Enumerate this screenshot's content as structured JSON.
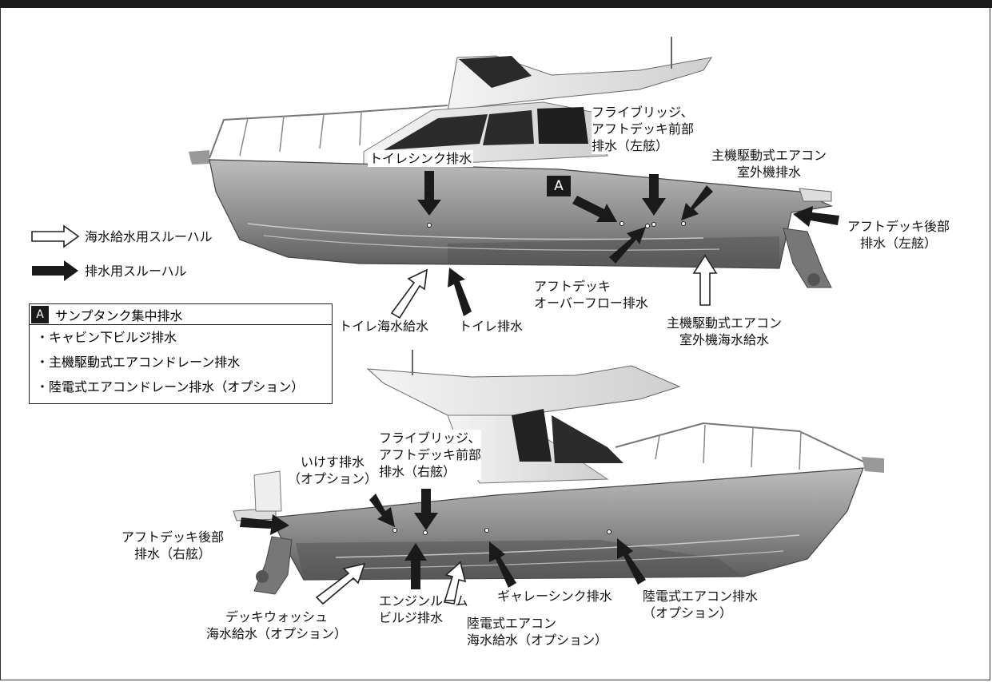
{
  "legend": {
    "intake_label": "海水給水用スルーハル",
    "drain_label": "排水用スルーハル"
  },
  "box_a": {
    "badge": "A",
    "title": "サンプタンク集中排水",
    "items": [
      "・キャビン下ビルジ排水",
      "・主機駆動式エアコンドレーン排水",
      "・陸電式エアコンドレーン排水（オプション）"
    ]
  },
  "upper_boat": {
    "badge": "A",
    "labels": {
      "toilet_sink": "トイレシンク排水",
      "flybridge_l1": "フライブリッジ、",
      "flybridge_l2": "アフトデッキ前部",
      "flybridge_l3": "排水（左舷）",
      "aircon_out_l1": "主機駆動式エアコン",
      "aircon_out_l2": "室外機排水",
      "aft_rear_l1": "アフトデッキ後部",
      "aft_rear_l2": "排水（左舷）",
      "overflow_l1": "アフトデッキ",
      "overflow_l2": "オーバーフロー排水",
      "toilet_intake": "トイレ海水給水",
      "toilet_drain": "トイレ排水",
      "aircon_intake_l1": "主機駆動式エアコン",
      "aircon_intake_l2": "室外機海水給水"
    }
  },
  "lower_boat": {
    "labels": {
      "flybridge_l1": "フライブリッジ、",
      "flybridge_l2": "アフトデッキ前部",
      "flybridge_l3": "排水（右舷）",
      "livewell_l1": "いけす排水",
      "livewell_l2": "（オプション）",
      "aft_rear_l1": "アフトデッキ後部",
      "aft_rear_l2": "排水（右舷）",
      "deck_wash_l1": "デッキウォッシュ",
      "deck_wash_l2": "海水給水（オプション）",
      "engine_bilge_l1": "エンジンルーム",
      "engine_bilge_l2": "ビルジ排水",
      "shore_intake_l1": "陸電式エアコン",
      "shore_intake_l2": "海水給水（オプション）",
      "galley_sink": "ギャレーシンク排水",
      "shore_drain_l1": "陸電式エアコン排水",
      "shore_drain_l2": "（オプション）"
    }
  },
  "colors": {
    "hull_dark": "#4a4a4a",
    "hull_mid": "#8a8a8a",
    "arrow_black": "#1a1a1a"
  }
}
